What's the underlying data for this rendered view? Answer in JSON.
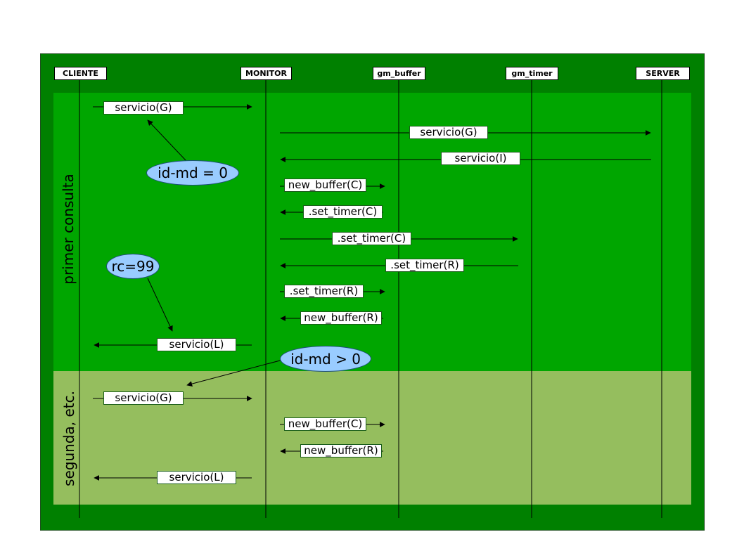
{
  "actors": [
    "CLIENTE",
    "MONITOR",
    "gm_buffer",
    "gm_timer",
    "SERVER"
  ],
  "phases": {
    "first": "primer consulta",
    "second": "segunda, etc."
  },
  "messages": [
    {
      "label": "servicio(G)"
    },
    {
      "label": "servicio(G)"
    },
    {
      "label": "servicio(I)"
    },
    {
      "label": "new_buffer(C)"
    },
    {
      "label": ".set_timer(C)"
    },
    {
      "label": ".set_timer(C)"
    },
    {
      "label": ".set_timer(R)"
    },
    {
      "label": ".set_timer(R)"
    },
    {
      "label": "new_buffer(R)"
    },
    {
      "label": "servicio(L)"
    },
    {
      "label": "servicio(G)"
    },
    {
      "label": "new_buffer(C)"
    },
    {
      "label": "new_buffer(R)"
    },
    {
      "label": "servicio(L)"
    }
  ],
  "notes": [
    "id-md = 0",
    "rc=99",
    "id-md > 0"
  ],
  "colors": {
    "frame": "#008000",
    "first_phase": "#00a600",
    "second_phase": "#95be5e",
    "note_fill": "#99ccff"
  }
}
